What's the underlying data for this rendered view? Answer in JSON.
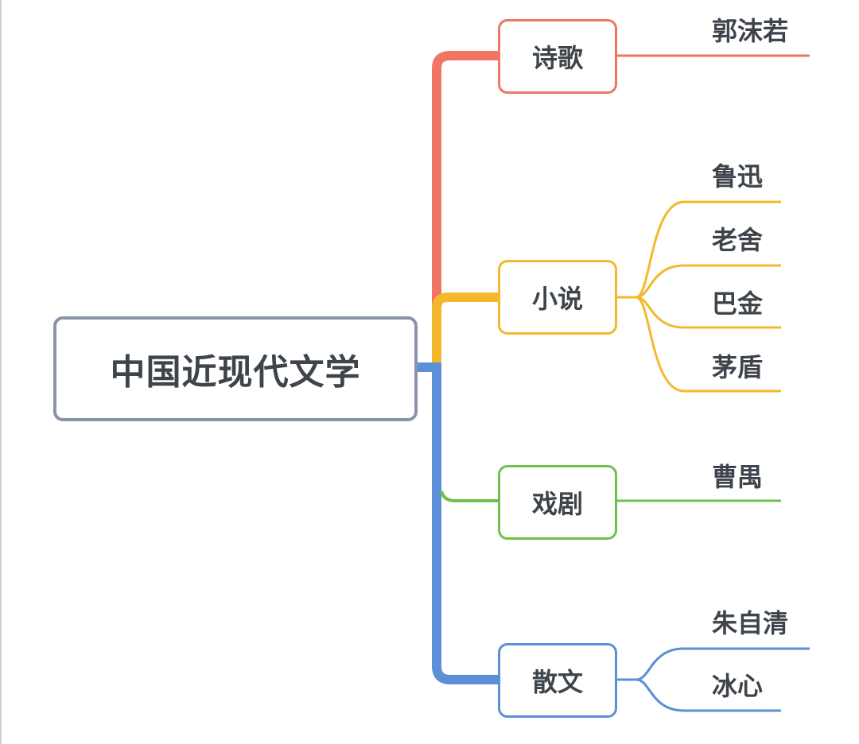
{
  "root": {
    "label": "中国近现代文学"
  },
  "branches": [
    {
      "id": "poetry",
      "label": "诗歌",
      "color": "#f07563",
      "authors": [
        "郭沫若"
      ]
    },
    {
      "id": "novel",
      "label": "小说",
      "color": "#f4b82c",
      "authors": [
        "鲁迅",
        "老舍",
        "巴金",
        "茅盾"
      ]
    },
    {
      "id": "drama",
      "label": "戏剧",
      "color": "#6cc24a",
      "authors": [
        "曹禺"
      ]
    },
    {
      "id": "prose",
      "label": "散文",
      "color": "#5b8fd6",
      "authors": [
        "朱自清",
        "冰心"
      ]
    }
  ],
  "colors": {
    "root_border": "#8a93a7",
    "text": "#3e444b"
  }
}
